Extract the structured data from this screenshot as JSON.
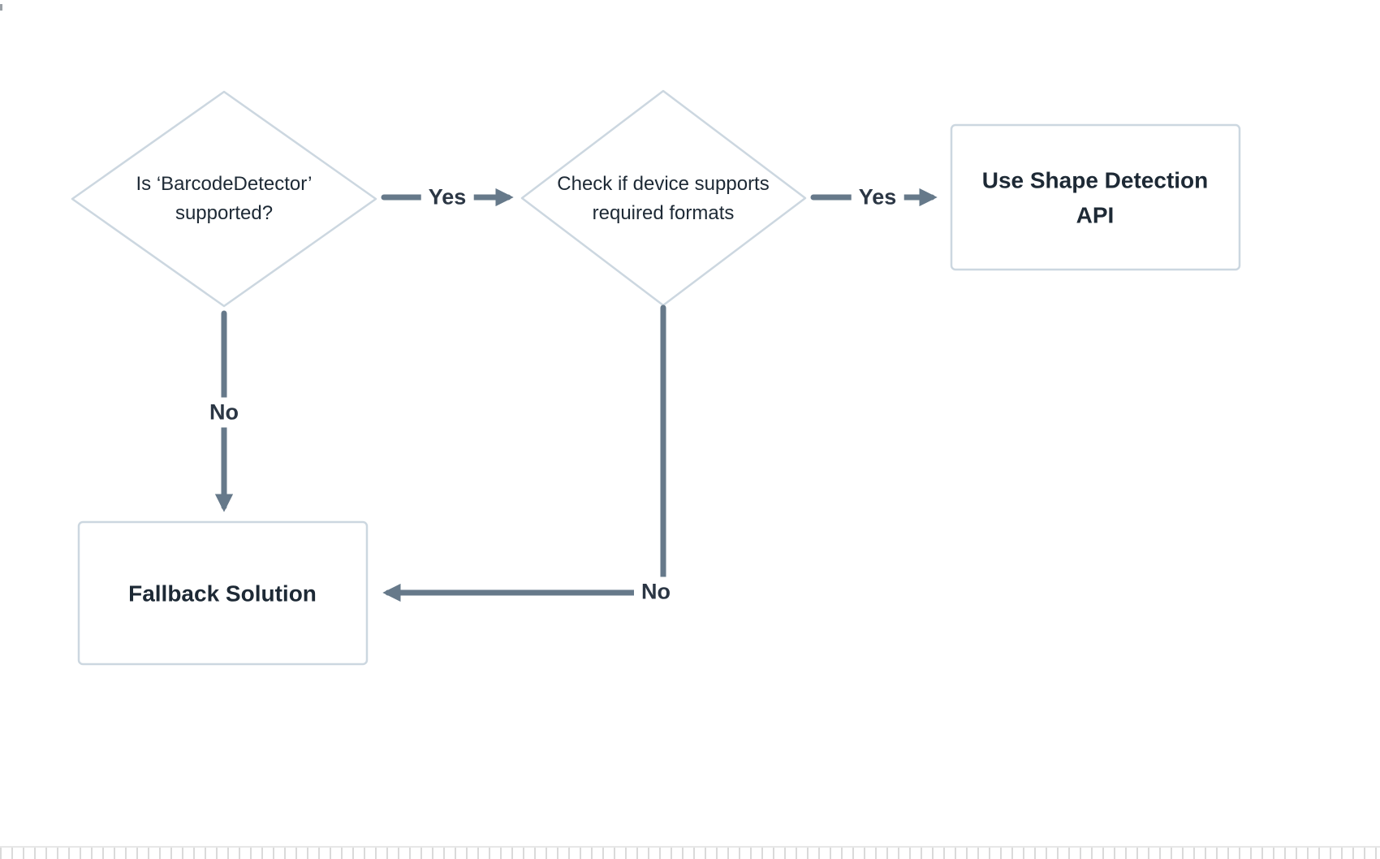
{
  "diagram": {
    "nodes": {
      "barcode_detector_decision": {
        "type": "decision",
        "label": "Is ‘BarcodeDetector’ supported?"
      },
      "format_support_decision": {
        "type": "decision",
        "label": "Check if device supports required formats"
      },
      "use_shape_detection_api": {
        "type": "process",
        "label": "Use Shape Detection API"
      },
      "fallback_solution": {
        "type": "process",
        "label": "Fallback Solution"
      }
    },
    "edges": {
      "barcode_yes": {
        "from": "barcode_detector_decision",
        "to": "format_support_decision",
        "label": "Yes"
      },
      "format_yes": {
        "from": "format_support_decision",
        "to": "use_shape_detection_api",
        "label": "Yes"
      },
      "barcode_no": {
        "from": "barcode_detector_decision",
        "to": "fallback_solution",
        "label": "No"
      },
      "format_no": {
        "from": "format_support_decision",
        "to": "fallback_solution",
        "label": "No"
      }
    },
    "colors": {
      "node_border": "#ccd7e0",
      "node_fill": "#ffffff",
      "arrow": "#66798a",
      "text": "#1d2935",
      "background": "#ffffff"
    }
  }
}
